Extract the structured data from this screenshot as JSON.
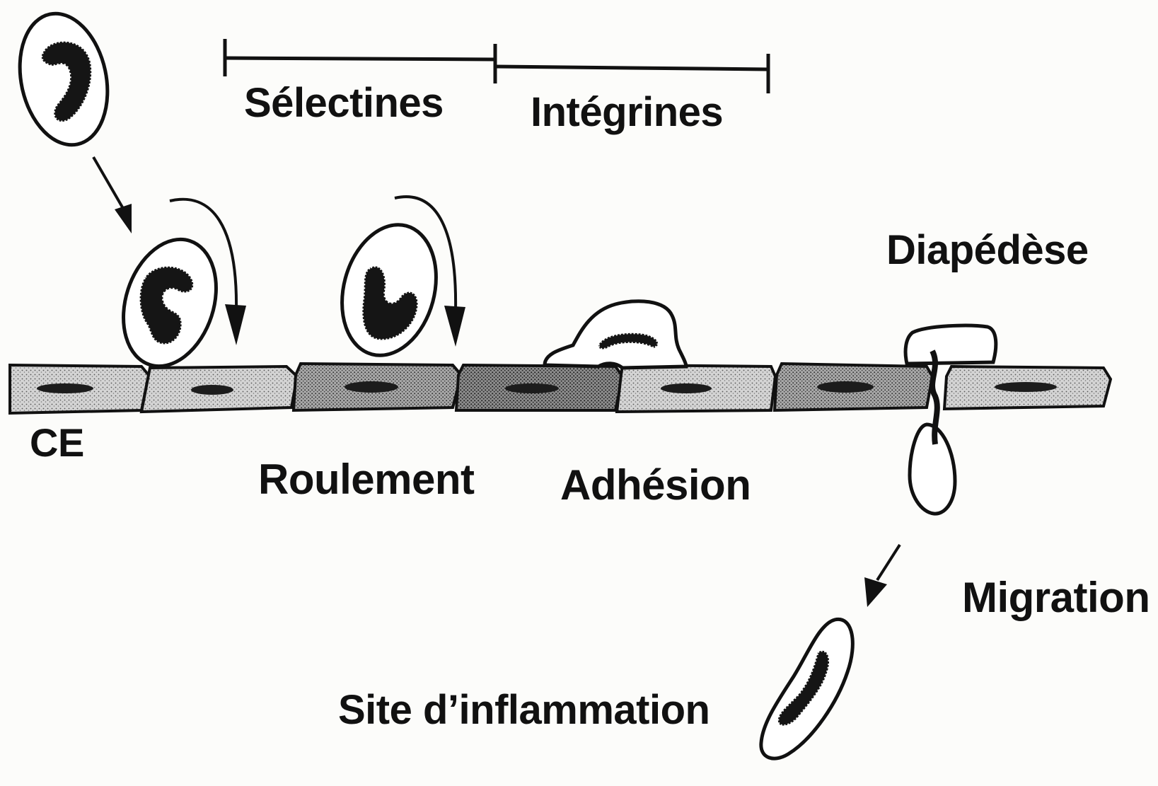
{
  "diagram": {
    "labels": {
      "selectins": "Sélectines",
      "integrins": "Intégrines",
      "diapedesis": "Diapédèse",
      "endothelial_cell": "CE",
      "rolling": "Roulement",
      "adhesion": "Adhésion",
      "migration": "Migration",
      "inflammation_site": "Site d’inflammation"
    },
    "colors": {
      "ink": "#111111",
      "background": "#fcfcfa"
    }
  }
}
